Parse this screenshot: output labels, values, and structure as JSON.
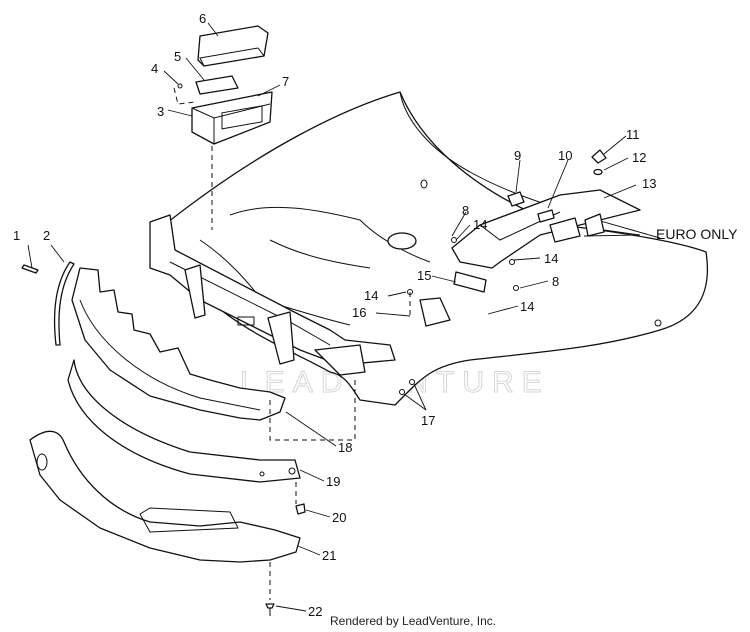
{
  "watermark": "LEADVENTURE",
  "footer": "Rendered by LeadVenture, Inc.",
  "euro_only_label": "EURO ONLY",
  "callouts": [
    "1",
    "2",
    "3",
    "4",
    "5",
    "6",
    "7",
    "8",
    "8",
    "9",
    "10",
    "11",
    "12",
    "13",
    "14",
    "14",
    "14",
    "14",
    "15",
    "16",
    "17",
    "18",
    "19",
    "20",
    "21",
    "22"
  ]
}
